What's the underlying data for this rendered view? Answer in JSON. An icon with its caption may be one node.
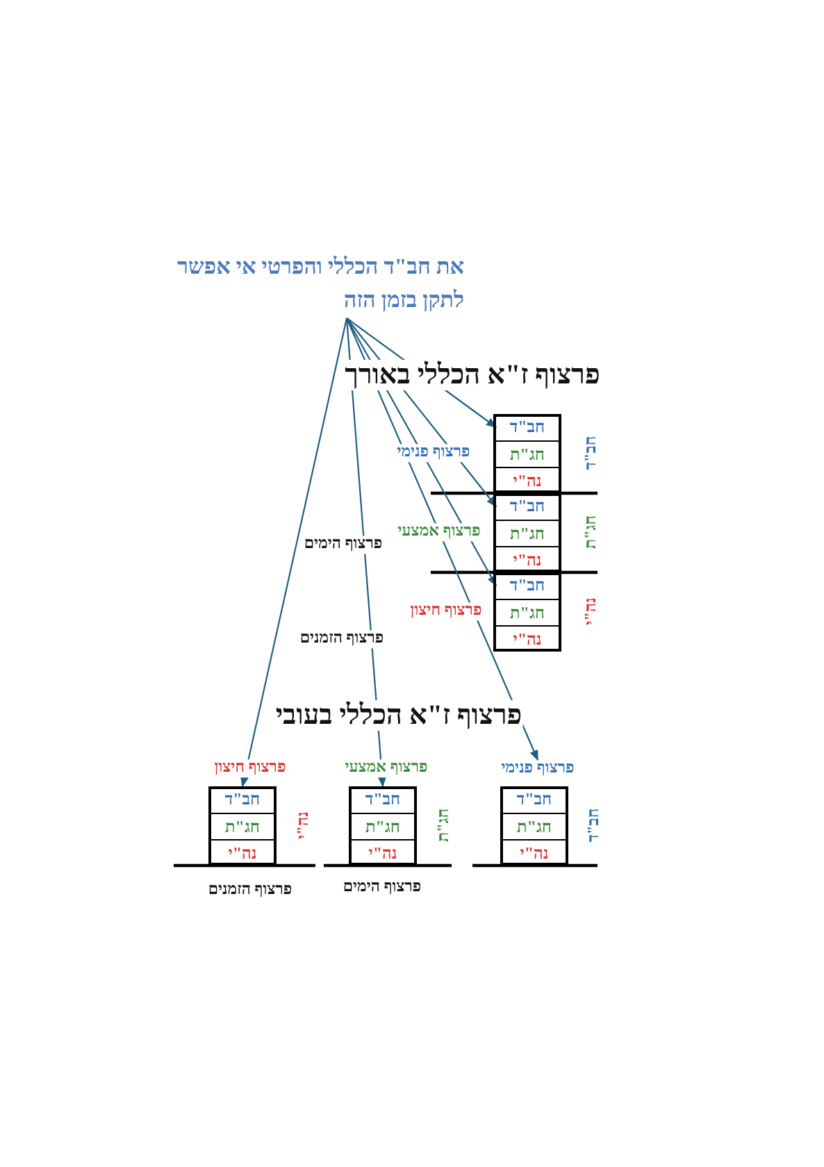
{
  "diagram": {
    "nodes": [
      {
        "text": [
          "את חב\"ד הכללי והפרטי אי אפשר לתקן בזמן הזה"
        ]
      },
      {
        "text": [],
        "shape": "box"
      },
      {
        "text": [
          "חב\"ד"
        ],
        "in": 1
      },
      {
        "text": [
          "חג\"ת"
        ],
        "in": 1
      },
      {
        "text": [
          "נה\"י"
        ],
        "in": 1
      },
      {
        "text": [],
        "shape": "box"
      },
      {
        "text": [
          "חב\"ד"
        ],
        "in": 5
      },
      {
        "text": [
          "חג\"ת"
        ],
        "in": 5
      },
      {
        "text": [
          "נה\"י"
        ],
        "in": 5
      },
      {
        "text": [],
        "shape": "box"
      },
      {
        "text": [
          "חב\"ד"
        ],
        "in": 9
      },
      {
        "text": [
          "חג\"ת"
        ],
        "in": 9
      },
      {
        "text": [
          "נה\"י"
        ],
        "in": 9
      },
      {
        "text": [],
        "shape": "box"
      },
      {
        "text": [
          "חב\"ד"
        ],
        "in": 13
      },
      {
        "text": [
          "חג\"ת"
        ],
        "in": 13
      },
      {
        "text": [
          "נה\"י"
        ],
        "in": 13
      },
      {
        "text": [],
        "shape": "box"
      },
      {
        "text": [
          "חב\"ד"
        ],
        "in": 17
      },
      {
        "text": [
          "חג\"ת"
        ],
        "in": 17
      },
      {
        "text": [
          "נה\"י"
        ],
        "in": 17
      },
      {
        "text": [],
        "shape": "box"
      },
      {
        "text": [
          "חב\"ד"
        ],
        "in": 21
      },
      {
        "text": [
          "חג\"ת"
        ],
        "in": 21
      },
      {
        "text": [
          "נה\"י"
        ],
        "in": 21
      },
      {
        "text": [
          "פרצוף פנימי"
        ]
      }
    ],
    "edges": [
      {
        "from": 0,
        "to": 2,
        "arrow": "to"
      },
      {
        "from": 0,
        "to": 6,
        "arrow": "to"
      },
      {
        "from": 0,
        "to": 10,
        "arrow": "to"
      },
      {
        "from": 0,
        "to": 25,
        "arrow": "to"
      },
      {
        "from": 0,
        "to": 18,
        "arrow": "to"
      },
      {
        "from": 0,
        "to": 14,
        "arrow": "to"
      }
    ],
    "labels": [
      "פרצוף ז\"א הכללי באורך",
      "פרצוף פנימי",
      "חב\"ד",
      "פרצוף אמצעי",
      "חג\"ת",
      "פרצוף הימים",
      "פרצוף חיצון",
      "נה\"י",
      "פרצוף הזמנים",
      "פרצוף ז\"א הכללי בעובי",
      "פרצוף חיצון",
      "פרצוף אמצעי",
      "נה\"י",
      "חג\"ת",
      "חב\"ד",
      "פרצוף הזמנים",
      "פרצוף הימים"
    ]
  }
}
